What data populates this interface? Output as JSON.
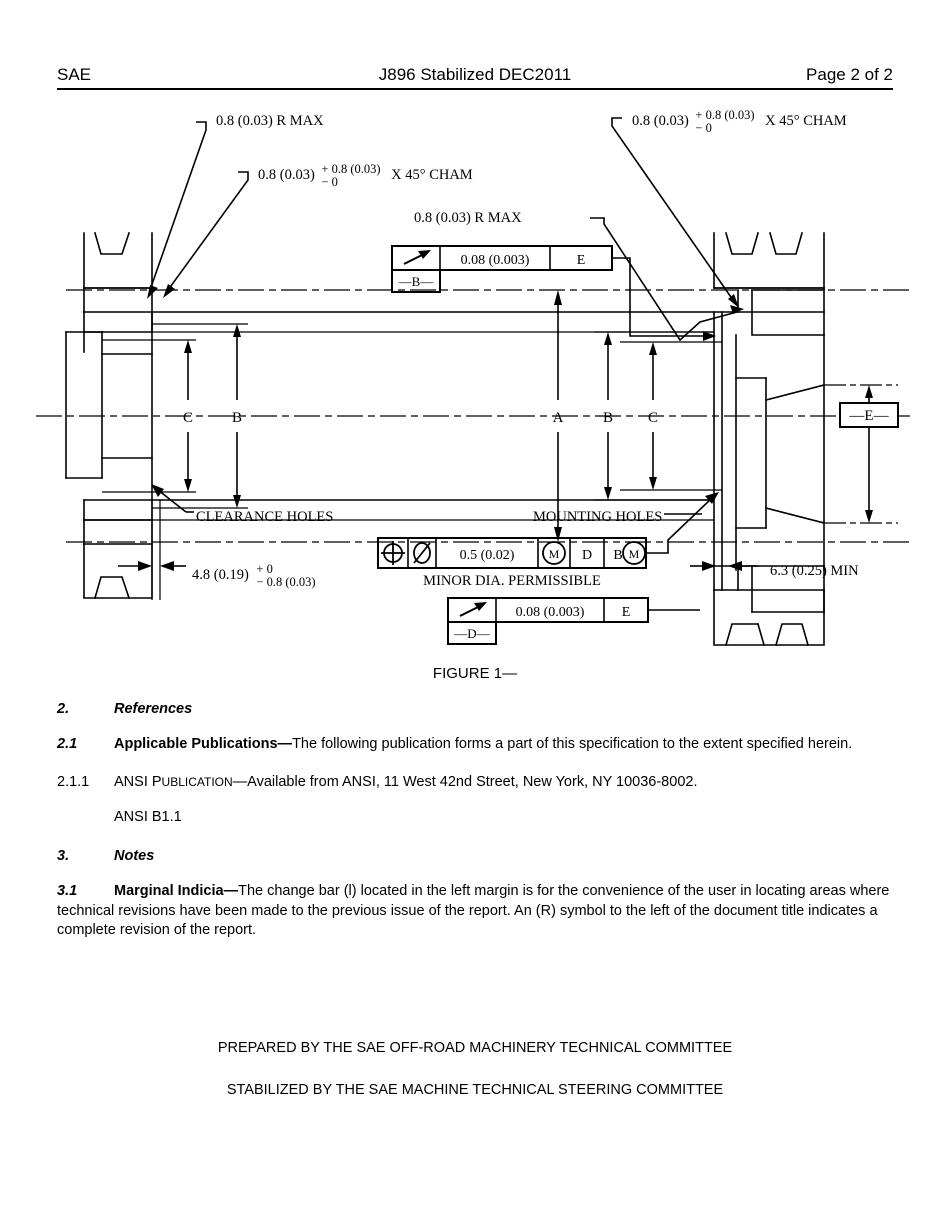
{
  "header": {
    "left": "SAE",
    "center": "J896 Stabilized DEC2011",
    "right": "Page 2 of 2"
  },
  "figure": {
    "caption": "FIGURE 1—",
    "annotations": {
      "top_left_rmax": "0.8 (0.03) R MAX",
      "left_cham_base": "0.8 (0.03)",
      "left_cham_plus": "+ 0.8 (0.03)",
      "left_cham_minus": "− 0",
      "left_cham_tail": "X 45° CHAM",
      "mid_rmax": "0.8 (0.03) R MAX",
      "top_right_cham_base": "0.8 (0.03)",
      "top_right_cham_plus": "+ 0.8 (0.03)",
      "top_right_cham_minus": "− 0",
      "top_right_cham_tail": "X 45° CHAM",
      "clearance_holes": "CLEARANCE HOLES",
      "mounting_holes": "MOUNTING HOLES",
      "minor_dia": "MINOR DIA. PERMISSIBLE",
      "bottom_left_dim": "4.8 (0.19)",
      "bottom_left_plus": "+ 0",
      "bottom_left_minus": "− 0.8 (0.03)",
      "bottom_right_dim": "6.3 (0.25) MIN"
    },
    "dimension_letters": {
      "left_inner": "C",
      "left_outer": "B",
      "center_major": "A",
      "right_outer": "B",
      "right_inner": "C"
    },
    "datums": {
      "b": "—B—",
      "d": "—D—",
      "e": "—E—"
    },
    "fcf_top": {
      "symbol": "profile-line-icon",
      "tolerance": "0.08 (0.003)",
      "datum": "E"
    },
    "fcf_position": {
      "symbol": "position-icon",
      "diameter": "⌀",
      "tolerance": "0.5 (0.02)",
      "modifier1": "M",
      "datum1": "D",
      "datum2": "B",
      "modifier2": "M"
    },
    "fcf_bottom": {
      "symbol": "profile-line-icon",
      "tolerance": "0.08 (0.003)",
      "datum": "E"
    }
  },
  "sections": [
    {
      "number": "2.",
      "title": "References"
    },
    {
      "number": "2.1",
      "lead": "Applicable Publications—",
      "text": "The following publication forms a part of this specification to the extent specified herein."
    },
    {
      "number": "2.1.1",
      "lead_caps": "ANSI P",
      "lead_small": "UBLICATION",
      "text": "—Available from ANSI, 11 West 42nd Street, New York, NY 10036-8002.",
      "reference": "ANSI B1.1"
    },
    {
      "number": "3.",
      "title": "Notes"
    },
    {
      "number": "3.1",
      "lead": "Marginal Indicia—",
      "text": "The change bar (l) located in the left margin is for the convenience of the user in locating areas where technical revisions have been made to the previous issue of the report.  An (R) symbol to the left of the document title indicates a complete revision of the report."
    }
  ],
  "footer": {
    "line1": "PREPARED BY THE SAE OFF-ROAD MACHINERY TECHNICAL COMMITTEE",
    "line2": "STABILIZED BY THE SAE MACHINE TECHNICAL STEERING COMMITTEE"
  }
}
